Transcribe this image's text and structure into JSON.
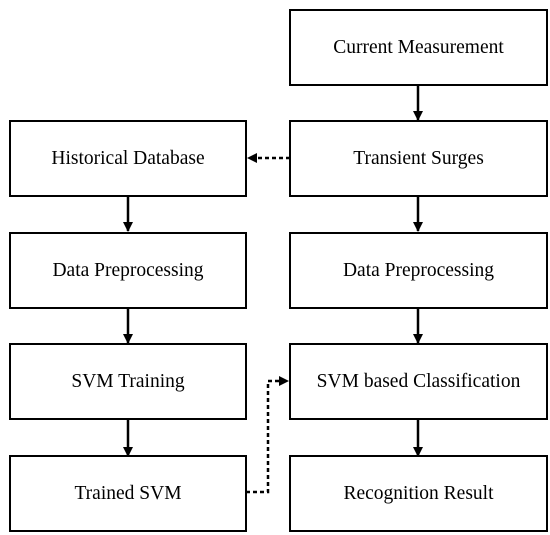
{
  "diagram": {
    "left_column": [
      {
        "id": "historical-database",
        "label": "Historical Database"
      },
      {
        "id": "data-preprocessing-left",
        "label": "Data Preprocessing"
      },
      {
        "id": "svm-training",
        "label": "SVM Training"
      },
      {
        "id": "trained-svm",
        "label": "Trained SVM"
      }
    ],
    "right_column": [
      {
        "id": "current-measurement",
        "label": "Current Measurement"
      },
      {
        "id": "transient-surges",
        "label": "Transient Surges"
      },
      {
        "id": "data-preprocessing-right",
        "label": "Data Preprocessing"
      },
      {
        "id": "svm-based-classification",
        "label": "SVM based Classification"
      },
      {
        "id": "recognition-result",
        "label": "Recognition Result"
      }
    ],
    "edges": [
      {
        "from": "current-measurement",
        "to": "transient-surges",
        "style": "solid"
      },
      {
        "from": "transient-surges",
        "to": "historical-database",
        "style": "dashed"
      },
      {
        "from": "transient-surges",
        "to": "data-preprocessing-right",
        "style": "solid"
      },
      {
        "from": "data-preprocessing-right",
        "to": "svm-based-classification",
        "style": "solid"
      },
      {
        "from": "svm-based-classification",
        "to": "recognition-result",
        "style": "solid"
      },
      {
        "from": "historical-database",
        "to": "data-preprocessing-left",
        "style": "solid"
      },
      {
        "from": "data-preprocessing-left",
        "to": "svm-training",
        "style": "solid"
      },
      {
        "from": "svm-training",
        "to": "trained-svm",
        "style": "solid"
      },
      {
        "from": "trained-svm",
        "to": "svm-based-classification",
        "style": "dashed"
      }
    ]
  }
}
